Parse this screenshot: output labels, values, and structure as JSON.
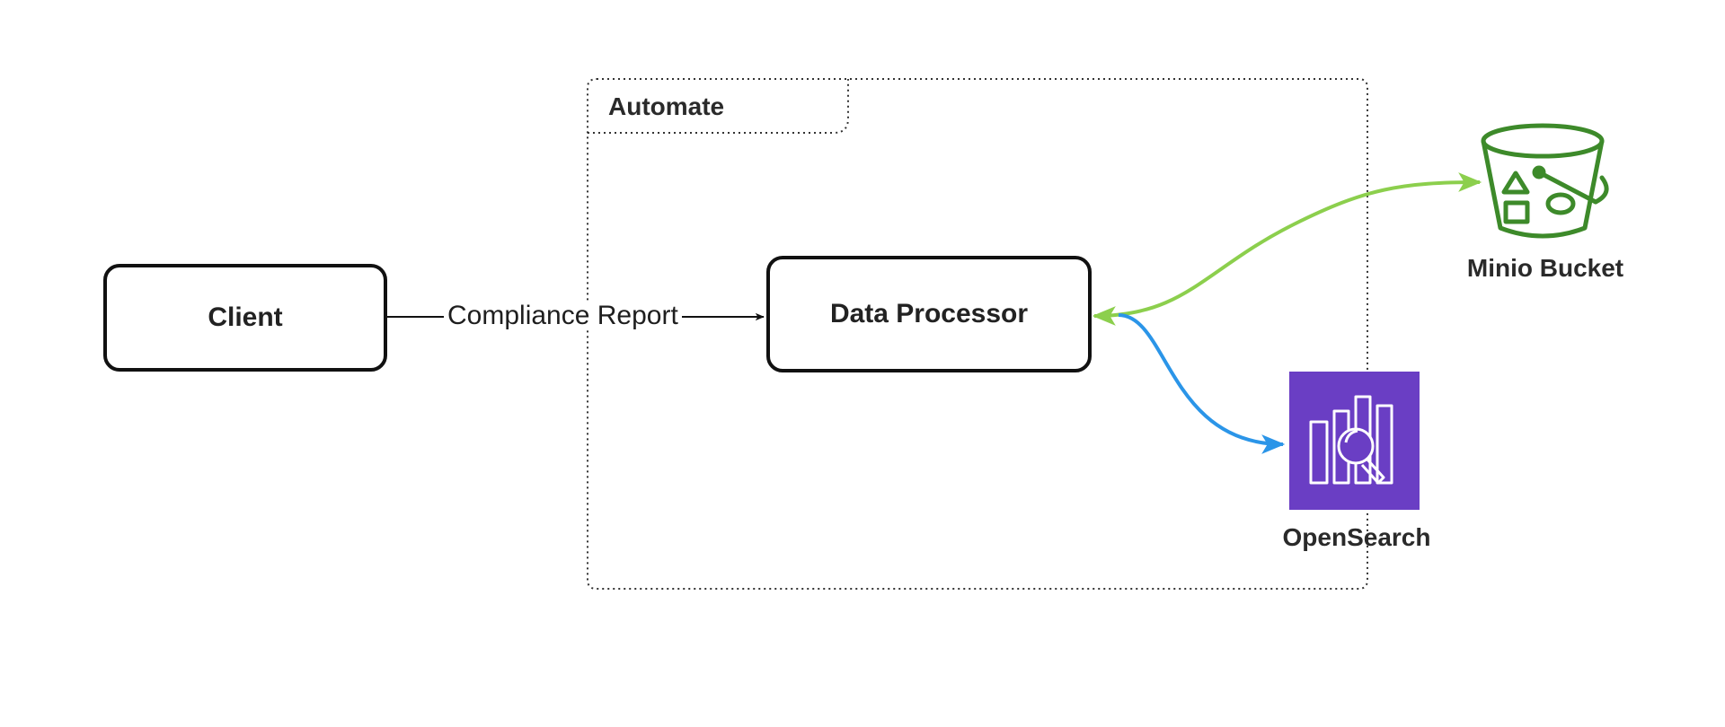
{
  "group": {
    "title": "Automate"
  },
  "nodes": {
    "client": {
      "label": "Client"
    },
    "data_processor": {
      "label": "Data Processor"
    },
    "minio_bucket": {
      "label": "Minio Bucket",
      "icon": "bucket-icon"
    },
    "opensearch": {
      "label": "OpenSearch",
      "icon": "opensearch-icon"
    }
  },
  "edges": {
    "client_to_processor": {
      "label": "Compliance Report"
    }
  },
  "colors": {
    "minio_edge": "#8ccf4d",
    "opensearch_edge": "#2b95e8",
    "bucket": "#3d8a2a",
    "opensearch_bg": "#6a3ec4"
  }
}
